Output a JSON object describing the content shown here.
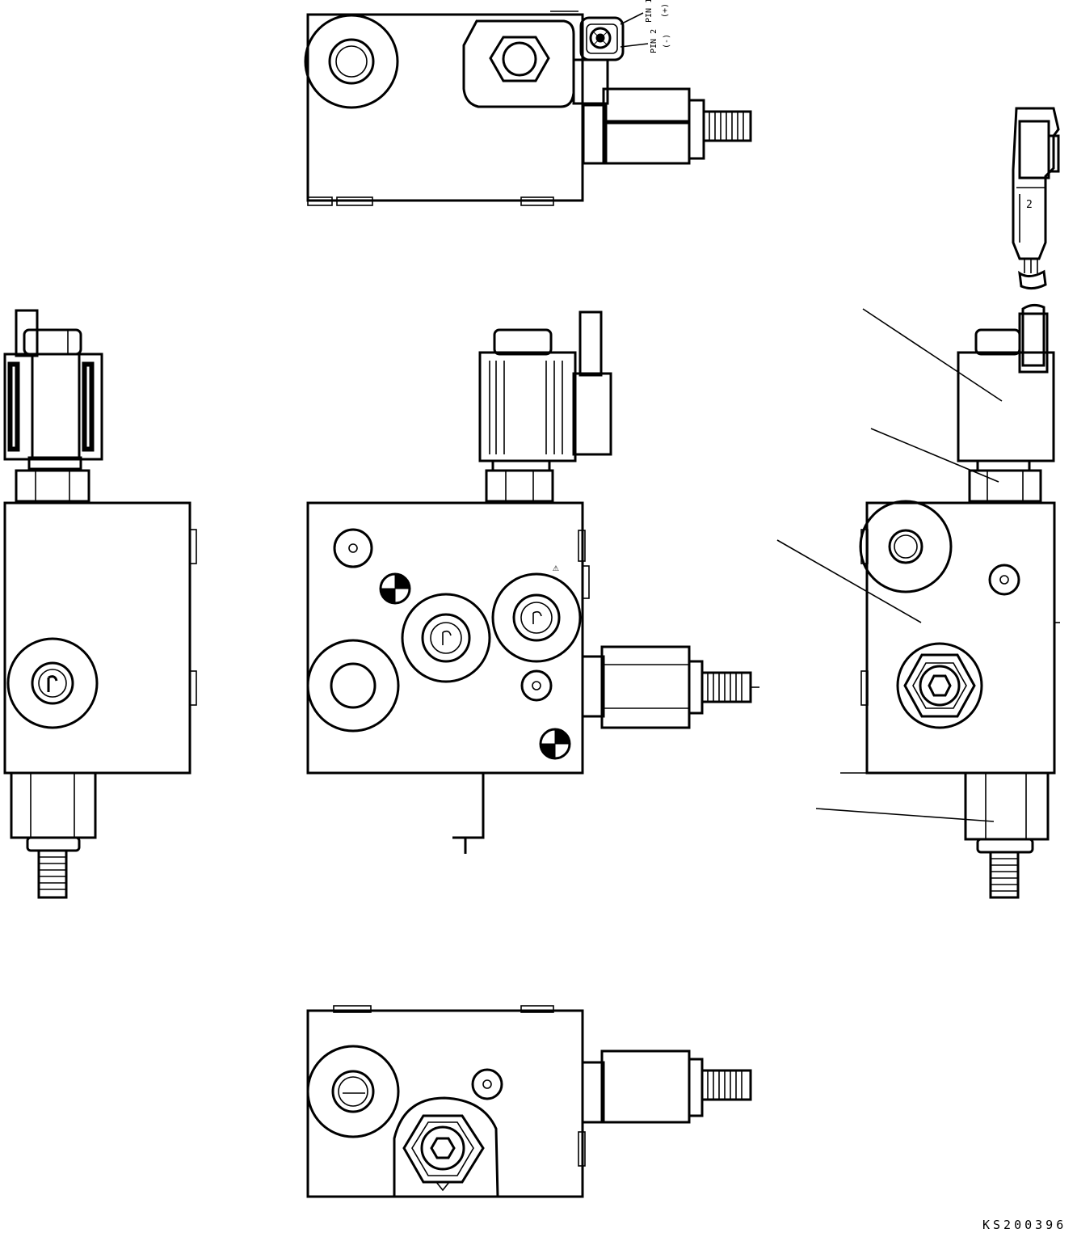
{
  "diagram": {
    "code": "KS200396",
    "pin_label_1": "PIN 1",
    "pin_label_1_sign": "(+)",
    "pin_label_2": "PIN 2",
    "pin_label_2_sign": "(-)",
    "connector_number": "2"
  },
  "colors": {
    "ink": "#000000",
    "paper": "#ffffff"
  },
  "icons": [
    "mass-center-symbol",
    "hex-nut",
    "threaded-stud",
    "solenoid-coil",
    "connector"
  ]
}
